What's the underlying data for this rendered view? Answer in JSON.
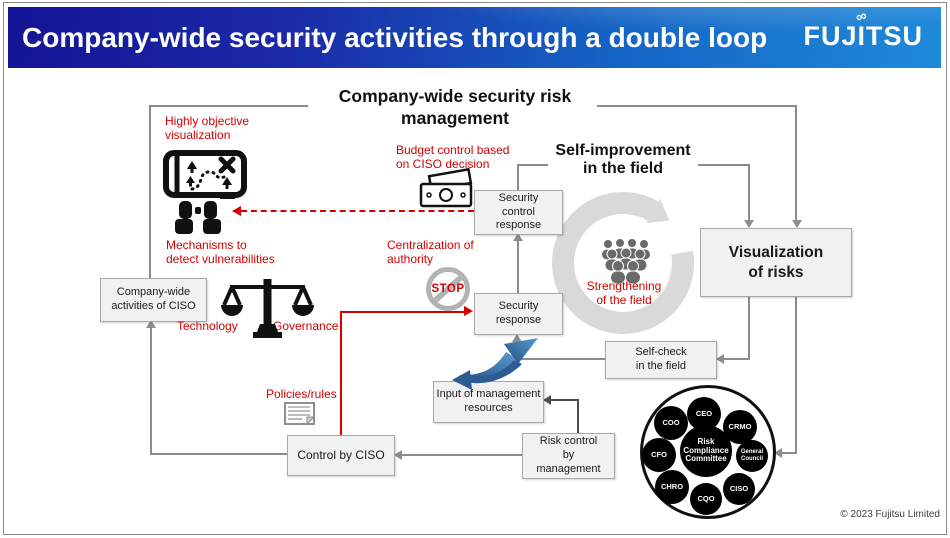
{
  "header": {
    "title": "Company-wide security activities through a double loop",
    "logo_text": "FUJITSU"
  },
  "outer_loop": {
    "title": [
      "Company-wide security risk",
      "management"
    ]
  },
  "inner_loop": {
    "title": [
      "Self-improvement",
      "in the field"
    ]
  },
  "boxes": {
    "ciso_activities": [
      "Company-wide",
      "activities of CISO"
    ],
    "security_control_response": [
      "Security",
      "control",
      "response"
    ],
    "security_response": [
      "Security",
      "response"
    ],
    "visualization_of_risks": [
      "Visualization",
      "of risks"
    ],
    "self_check": [
      "Self-check",
      "in the field"
    ],
    "input_resources": [
      "Input of management",
      "resources"
    ],
    "risk_control": [
      "Risk control",
      "by",
      "management"
    ],
    "control_by_ciso": "Control by CISO"
  },
  "red_labels": {
    "highly_objective": [
      "Highly objective",
      "visualization"
    ],
    "budget_control": [
      "Budget control based",
      "on CISO decision"
    ],
    "mechanisms": [
      "Mechanisms to",
      "detect vulnerabilities"
    ],
    "centralization": [
      "Centralization of",
      "authority"
    ],
    "technology": "Technology",
    "governance": "Governance",
    "policies_rules": "Policies/rules",
    "strengthening": [
      "Strengthening",
      "of the field"
    ],
    "stop": "STOP"
  },
  "committee": {
    "center": [
      "Risk",
      "Compliance",
      "Committee"
    ],
    "members": {
      "ceo": "CEO",
      "coo": "COO",
      "crmo": "CRMO",
      "cfo": "CFO",
      "general_council": [
        "General",
        "Council"
      ],
      "chro": "CHRO",
      "ciso": "CISO",
      "cqo": "CQO"
    }
  },
  "footer": {
    "copyright": "© 2023 Fujitsu Limited"
  },
  "icons": {
    "map_icon": "treasure-map pictogram",
    "binoculars_icon": "binoculars pictogram",
    "scale_icon": "balance scale pictogram",
    "banknote_icon": "banknotes pictogram",
    "stop_icon": "prohibition sign with STOP",
    "document_icon": "policy document sheet",
    "cycle_arrow_icon": "circular improvement loop arrow",
    "crowd_icon": "group of people",
    "exchange_arrows_icon": "blue curved double arrow",
    "infinity_icon": "fujitsu infinity mark"
  },
  "colors": {
    "accent_red": "#d40000",
    "header_blue_dark": "#141496",
    "header_blue_light": "#1f8ada",
    "line_gray": "#8c8c8c",
    "loop_gray": "#d9d9d9"
  }
}
